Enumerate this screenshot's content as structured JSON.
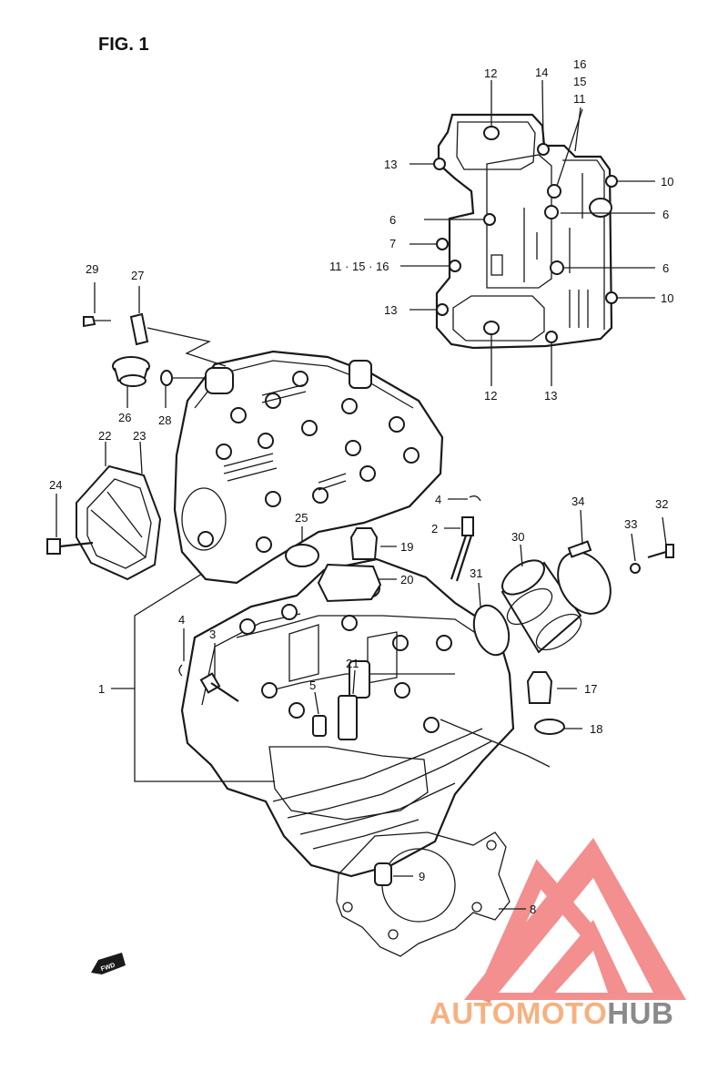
{
  "figure": {
    "title": "FIG. 1"
  },
  "callouts": [
    {
      "id": "c12a",
      "text": "12"
    },
    {
      "id": "c14",
      "text": "14"
    },
    {
      "id": "c16",
      "text": "16"
    },
    {
      "id": "c15",
      "text": "15"
    },
    {
      "id": "c11a",
      "text": "11"
    },
    {
      "id": "c13a",
      "text": "13"
    },
    {
      "id": "c10a",
      "text": "10"
    },
    {
      "id": "c6a",
      "text": "6"
    },
    {
      "id": "c6b",
      "text": "6"
    },
    {
      "id": "c7",
      "text": "7"
    },
    {
      "id": "c111516",
      "text": "11 · 15 · 16"
    },
    {
      "id": "c6c",
      "text": "6"
    },
    {
      "id": "c13b",
      "text": "13"
    },
    {
      "id": "c10b",
      "text": "10"
    },
    {
      "id": "c12b",
      "text": "12"
    },
    {
      "id": "c13c",
      "text": "13"
    },
    {
      "id": "c29",
      "text": "29"
    },
    {
      "id": "c27",
      "text": "27"
    },
    {
      "id": "c26",
      "text": "26"
    },
    {
      "id": "c28",
      "text": "28"
    },
    {
      "id": "c22",
      "text": "22"
    },
    {
      "id": "c23",
      "text": "23"
    },
    {
      "id": "c24",
      "text": "24"
    },
    {
      "id": "c25",
      "text": "25"
    },
    {
      "id": "c4a",
      "text": "4"
    },
    {
      "id": "c2",
      "text": "2"
    },
    {
      "id": "c34",
      "text": "34"
    },
    {
      "id": "c32",
      "text": "32"
    },
    {
      "id": "c33",
      "text": "33"
    },
    {
      "id": "c30",
      "text": "30"
    },
    {
      "id": "c19",
      "text": "19"
    },
    {
      "id": "c31",
      "text": "31"
    },
    {
      "id": "c20",
      "text": "20"
    },
    {
      "id": "c4b",
      "text": "4"
    },
    {
      "id": "c3",
      "text": "3"
    },
    {
      "id": "c1",
      "text": "1"
    },
    {
      "id": "c21",
      "text": "21"
    },
    {
      "id": "c5",
      "text": "5"
    },
    {
      "id": "c17",
      "text": "17"
    },
    {
      "id": "c18",
      "text": "18"
    },
    {
      "id": "c9",
      "text": "9"
    },
    {
      "id": "c8",
      "text": "8"
    }
  ],
  "badge": {
    "text": "FWD"
  },
  "watermark": {
    "part1": "AUTOMOTO",
    "part2": "HUB",
    "color_accent": "#f7b081",
    "color_gray": "#8a8a8a",
    "logo_color": "#f06a6a"
  }
}
